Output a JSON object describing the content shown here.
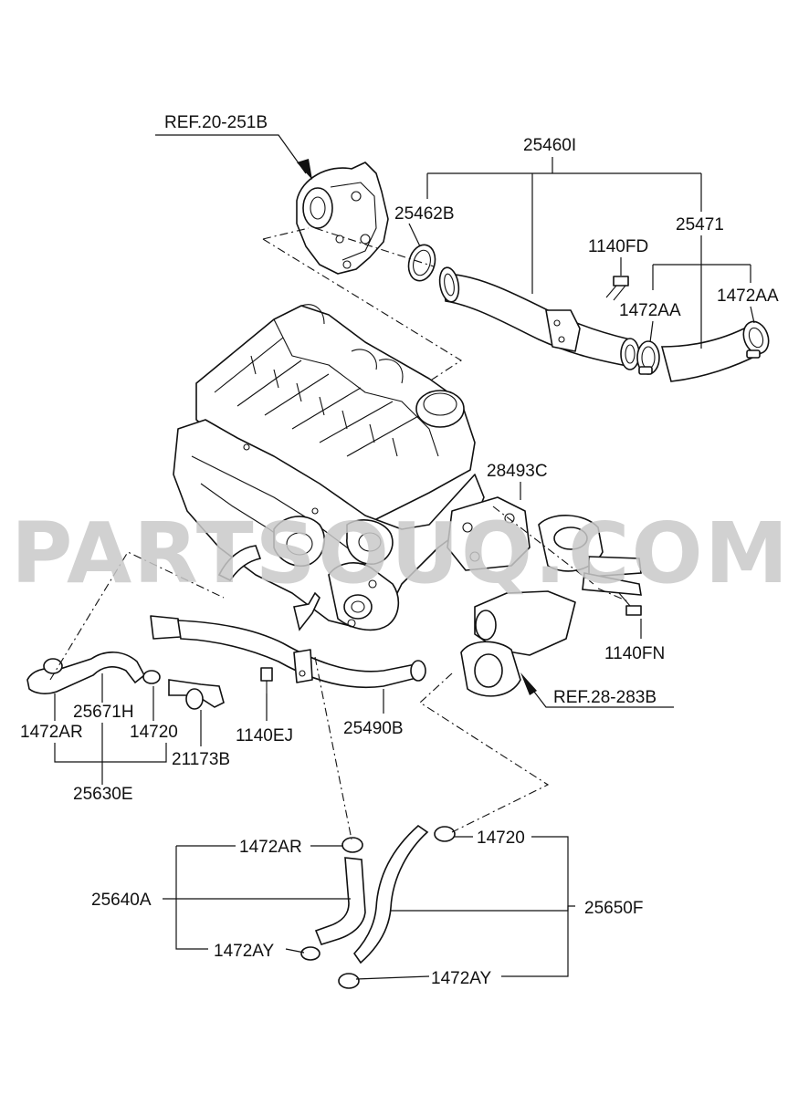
{
  "watermark": "PARTSOUQ.COM",
  "labels": {
    "ref_20_251b": "REF.20-251B",
    "p25460i": "25460I",
    "p25462b": "25462B",
    "p25471": "25471",
    "p1140fd": "1140FD",
    "p1472aa_1": "1472AA",
    "p1472aa_2": "1472AA",
    "p28493c": "28493C",
    "p1140fn": "1140FN",
    "ref_28_283b": "REF.28-283B",
    "p25671h": "25671H",
    "p1472ar_1": "1472AR",
    "p14720_1": "14720",
    "p21173b": "21173B",
    "p1140ej": "1140EJ",
    "p25490b": "25490B",
    "p25630e": "25630E",
    "p1472ar_2": "1472AR",
    "p25640a": "25640A",
    "p1472ay_1": "1472AY",
    "p14720_2": "14720",
    "p25650f": "25650F",
    "p1472ay_2": "1472AY"
  }
}
